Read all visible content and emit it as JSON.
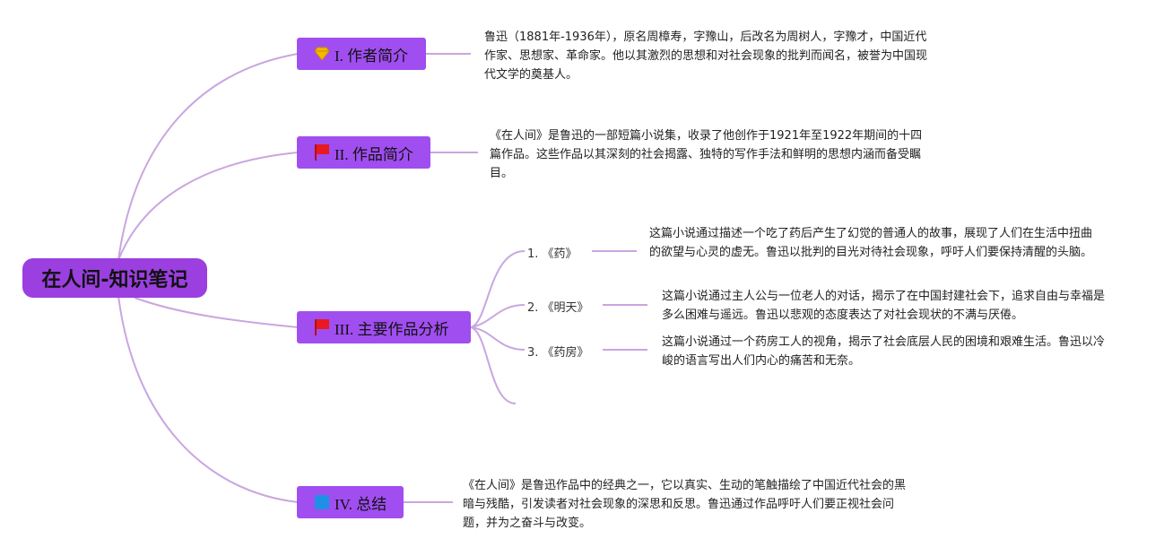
{
  "root": {
    "title": "在人间-知识笔记"
  },
  "branches": [
    {
      "label": "I. 作者简介",
      "icon": "diamond-icon",
      "text": "鲁迅（1881年-1936年），原名周樟寿，字豫山，后改名为周树人，字豫才，中国近代作家、思想家、革命家。他以其激烈的思想和对社会现象的批判而闻名，被誉为中国现代文学的奠基人。"
    },
    {
      "label": "II. 作品简介",
      "icon": "red-flag-icon",
      "text": "《在人间》是鲁迅的一部短篇小说集，收录了他创作于1921年至1922年期间的十四篇作品。这些作品以其深刻的社会揭露、独特的写作手法和鲜明的思想内涵而备受瞩目。"
    },
    {
      "label": "III. 主要作品分析",
      "icon": "red-flag-icon",
      "children": [
        {
          "label": "1. 《药》",
          "text": "这篇小说通过描述一个吃了药后产生了幻觉的普通人的故事，展现了人们在生活中扭曲的欲望与心灵的虚无。鲁迅以批判的目光对待社会现象，呼吁人们要保持清醒的头脑。"
        },
        {
          "label": "2. 《明天》",
          "text": "这篇小说通过主人公与一位老人的对话，揭示了在中国封建社会下，追求自由与幸福是多么困难与遥远。鲁迅以悲观的态度表达了对社会现状的不满与厌倦。"
        },
        {
          "label": "3. 《药房》",
          "text": "这篇小说通过一个药房工人的视角，揭示了社会底层人民的困境和艰难生活。鲁迅以冷峻的语言写出人们内心的痛苦和无奈。"
        }
      ]
    },
    {
      "label": "IV. 总结",
      "icon": "blue-square-icon",
      "text": "《在人间》是鲁迅作品中的经典之一，它以真实、生动的笔触描绘了中国近代社会的黑暗与残酷，引发读者对社会现象的深思和反思。鲁迅通过作品呼吁人们要正视社会问题，并为之奋斗与改变。"
    }
  ],
  "colors": {
    "root": "#9b3fe0",
    "topic": "#a04ef0",
    "link": "#c9a6e0",
    "flag": "#e8191f",
    "diamond": "#f5b800",
    "square": "#1e90e6"
  }
}
